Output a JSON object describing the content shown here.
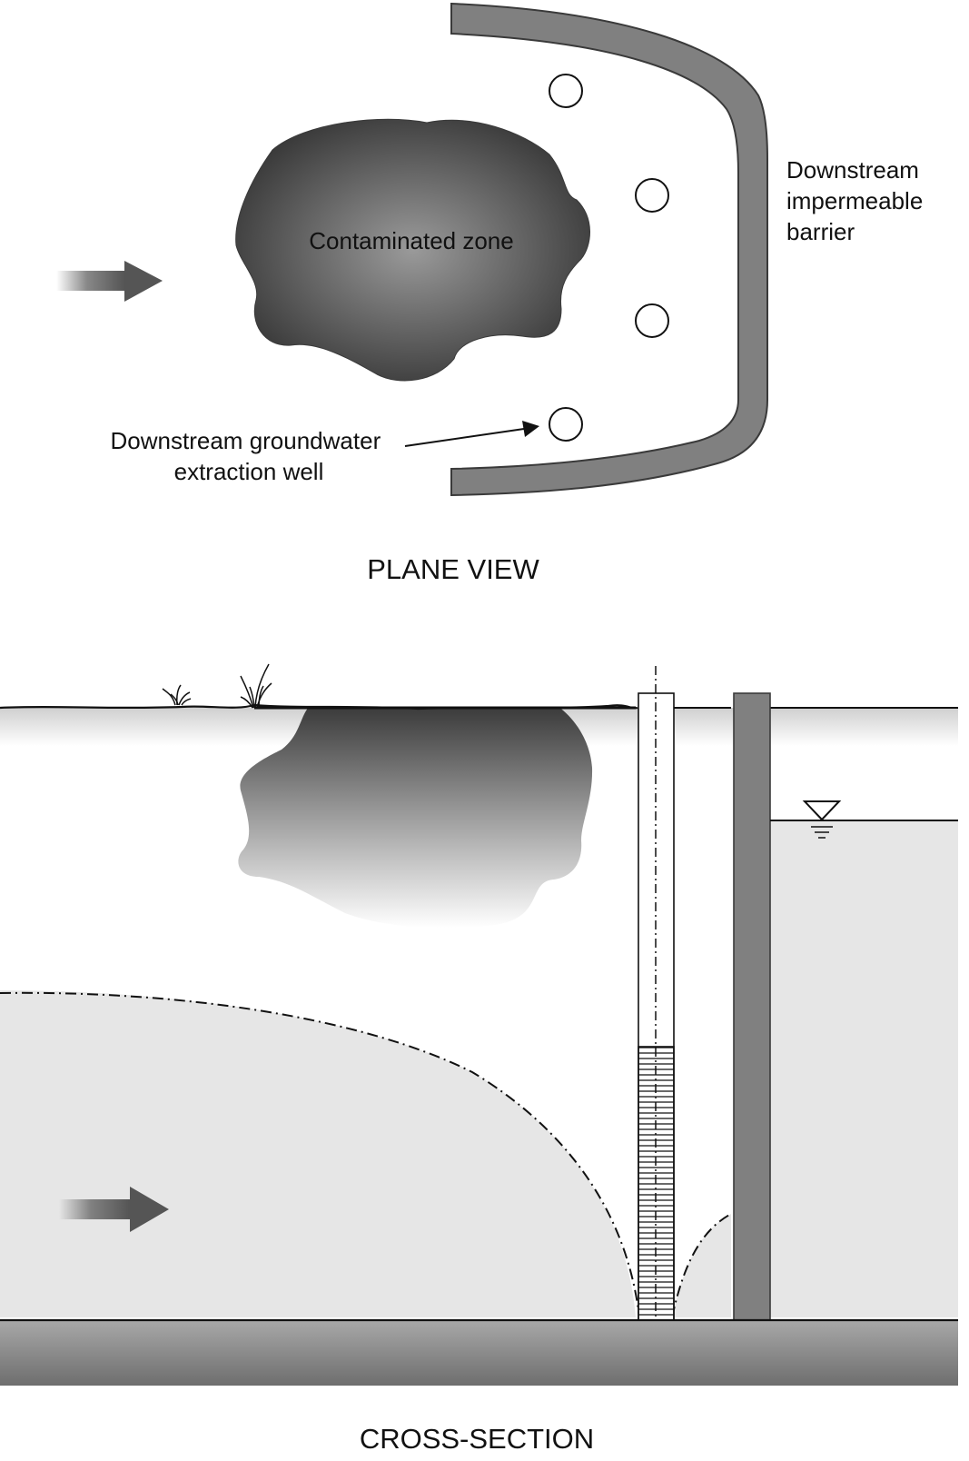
{
  "plane_view": {
    "contaminated_zone_label": "Contaminated zone",
    "barrier_label": [
      "Downstream",
      "impermeable",
      "barrier"
    ],
    "well_label": [
      "Downstream groundwater",
      "extraction well"
    ],
    "title": "PLANE VIEW",
    "extraction_well_count": 4
  },
  "cross_section": {
    "title": "CROSS-SECTION"
  },
  "colors": {
    "barrier_fill": "#808080",
    "barrier_stroke": "#3a3a3a",
    "contaminant_dark": "#3a3a3a",
    "contaminant_light": "#9a9a9a",
    "groundwater": "#e6e6e6",
    "bedrock_dark": "#6e6e6e",
    "bedrock_light": "#a8a8a8",
    "ink": "#111111"
  },
  "icons": [
    "flow-arrow-icon",
    "water-table-icon",
    "grass-icon",
    "extraction-well-icon"
  ]
}
